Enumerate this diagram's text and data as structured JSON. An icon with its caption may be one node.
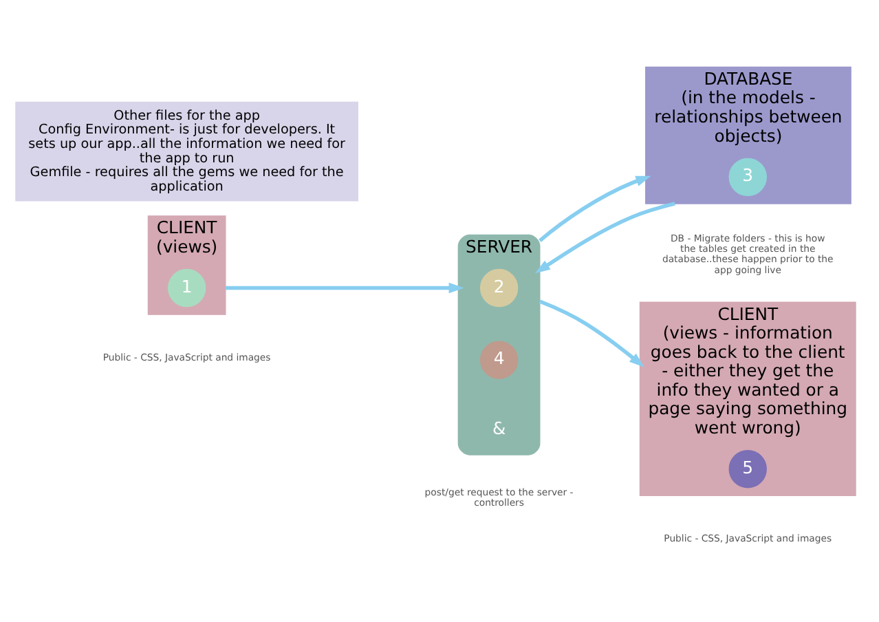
{
  "diagram": {
    "nodes": [
      {
        "text": [
          "CLIENT",
          "(views)"
        ],
        "beside": [
          "Public - CSS, JavaScript and images"
        ]
      },
      {
        "text": [
          "1"
        ],
        "in": 0
      },
      {
        "text": [
          "SERVER"
        ],
        "beside": [
          "post/get request to the server - controllers"
        ]
      },
      {
        "text": [
          "2"
        ],
        "in": 2
      },
      {
        "text": [
          "4"
        ],
        "in": 2
      },
      {
        "text": [
          "DATABASE",
          "(in the models - relationships between objects)"
        ],
        "beside": [
          "DB - Migrate folders - this is how the tables get created in the database..these happen prior to the app going live"
        ]
      },
      {
        "text": [
          "3"
        ],
        "in": 5
      },
      {
        "text": [
          "CLIENT",
          "(views - information goes back to the client - either they get the info they wanted or a page saying something went wrong)"
        ],
        "beside": [
          "Public - CSS, JavaScript and images"
        ]
      },
      {
        "text": [
          "5"
        ],
        "in": 7
      },
      {
        "text": [
          "Other files for the app",
          "Config Environment- is just for developers. It sets up our app..all the information we need for the app to run",
          "Gemfile - requires all the gems we need for the application"
        ]
      }
    ],
    "edges": [
      {
        "from": 0,
        "to": 2,
        "arrow": "to"
      },
      {
        "from": 2,
        "to": 5,
        "arrow": "to"
      },
      {
        "from": 5,
        "to": 2,
        "arrow": "to"
      },
      {
        "from": 2,
        "to": 7,
        "arrow": "to"
      }
    ],
    "labels": [
      "&"
    ]
  }
}
